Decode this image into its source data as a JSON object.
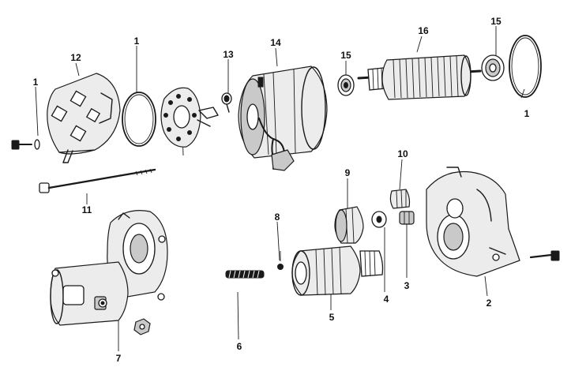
{
  "callouts": [
    {
      "id": "c1a",
      "text": "1"
    },
    {
      "id": "c1b",
      "text": "1"
    },
    {
      "id": "c1c",
      "text": "1"
    },
    {
      "id": "c2",
      "text": "2"
    },
    {
      "id": "c3",
      "text": "3"
    },
    {
      "id": "c4",
      "text": "4"
    },
    {
      "id": "c5",
      "text": "5"
    },
    {
      "id": "c6",
      "text": "6"
    },
    {
      "id": "c7",
      "text": "7"
    },
    {
      "id": "c8",
      "text": "8"
    },
    {
      "id": "c9",
      "text": "9"
    },
    {
      "id": "c10",
      "text": "10"
    },
    {
      "id": "c11",
      "text": "11"
    },
    {
      "id": "c12",
      "text": "12"
    },
    {
      "id": "c13",
      "text": "13"
    },
    {
      "id": "c14",
      "text": "14"
    },
    {
      "id": "c15a",
      "text": "15"
    },
    {
      "id": "c15b",
      "text": "15"
    },
    {
      "id": "c16",
      "text": "16"
    }
  ]
}
